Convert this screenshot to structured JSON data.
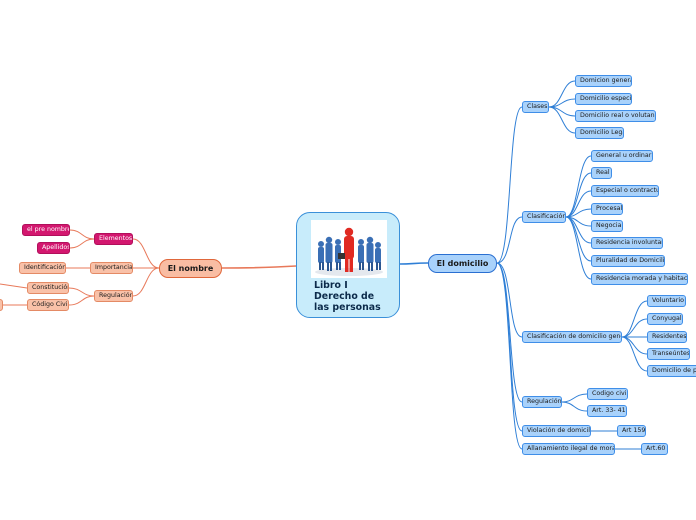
{
  "center": {
    "title": "Libro I\nDerecho de\nlas personas",
    "image": "business-team-leader-illustration"
  },
  "domicilio": {
    "label": "El domicilio",
    "clases": {
      "label": "Clases",
      "items": [
        "Domicion general",
        "Domicilio especial",
        "Domicilio real o volutanrio",
        "Domicilio Legal"
      ]
    },
    "clasificacion": {
      "label": "Clasificación",
      "items": [
        "General u ordinario",
        "Real",
        "Especial o contractual",
        "Procesal",
        "Negocial",
        "Residencia involuntaria",
        "Pluralidad de Domicilios",
        "Residencia morada y habitación"
      ]
    },
    "clasificacion_general": {
      "label": "Clasificación de domicilio general",
      "items": [
        "Voluntario",
        "Conyugal",
        "Residentes",
        "Transeúntes",
        "Domicilio de pe"
      ]
    },
    "regulacion": {
      "label": "Regulación",
      "items": [
        "Codigo civil",
        "Art. 33- 41"
      ]
    },
    "violacion": {
      "label": "Violación de domicilio",
      "item": "Art 159"
    },
    "allanamiento": {
      "label": "Allanamiento ilegal de morada",
      "item": "Art.60"
    }
  },
  "nombre": {
    "label": "El nombre",
    "elementos": {
      "label": "Elementos",
      "items": [
        "el pre nombre",
        "Apellidos"
      ]
    },
    "importancia": {
      "label": "Importancia",
      "item": "Identificación"
    },
    "regulacion": {
      "label": "Regulación",
      "items": [
        "Constitución",
        "Código Civil"
      ]
    }
  },
  "colors": {
    "blue_line": "#2f7fd6",
    "salmon_line": "#e8795a",
    "magenta": "#d3176f"
  }
}
